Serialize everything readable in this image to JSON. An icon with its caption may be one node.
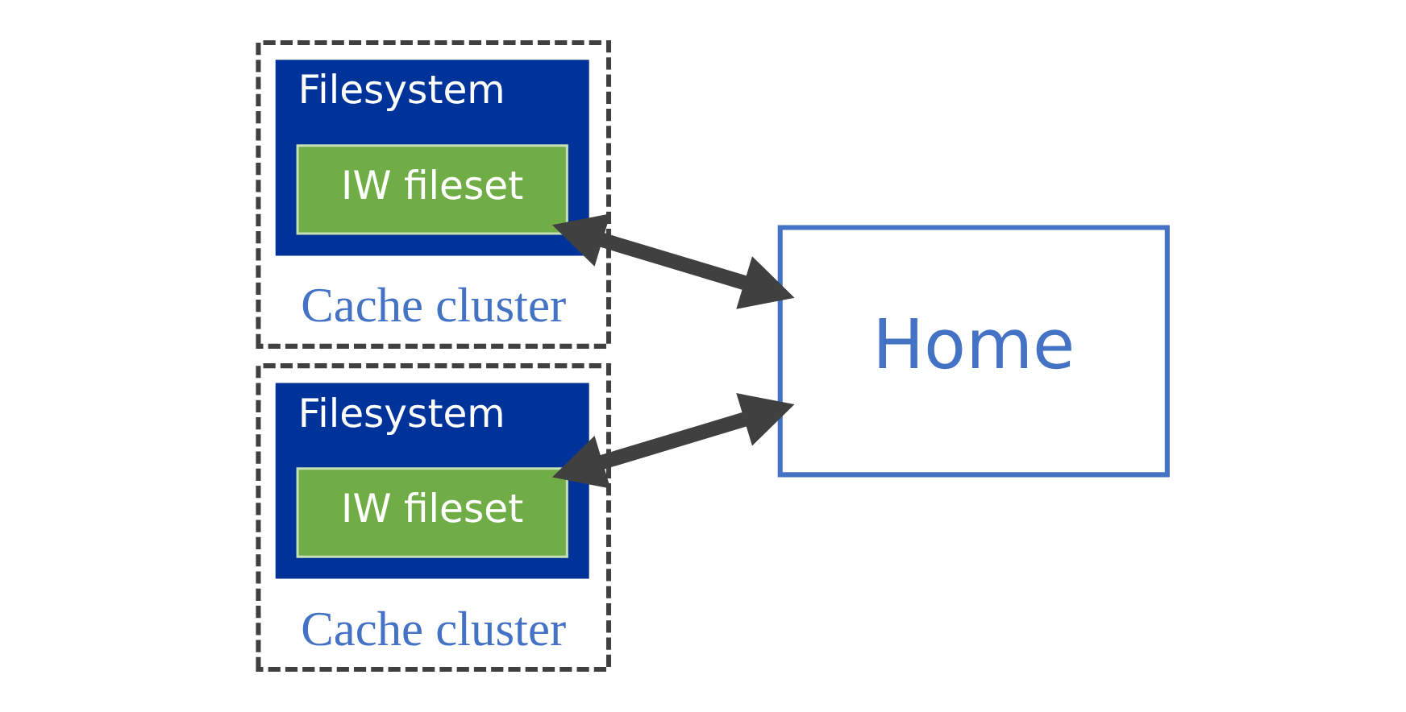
{
  "diagram": {
    "nodes": [
      {
        "text": [
          "Cache cluster"
        ]
      },
      {
        "text": [
          "Filesystem"
        ],
        "in": 0
      },
      {
        "text": [
          "IW fileset"
        ],
        "in": 1
      },
      {
        "text": [
          "Cache cluster"
        ]
      },
      {
        "text": [
          "Filesystem"
        ],
        "in": 3
      },
      {
        "text": [
          "IW fileset"
        ],
        "in": 4
      },
      {
        "text": [
          "Home"
        ]
      }
    ],
    "edges": [
      {
        "from": 2,
        "to": 6,
        "arrow": "both"
      },
      {
        "from": 5,
        "to": 6,
        "arrow": "both"
      }
    ]
  }
}
